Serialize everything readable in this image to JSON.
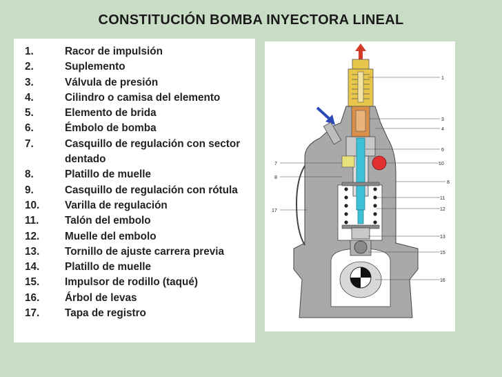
{
  "title": "CONSTITUCIÓN BOMBA INYECTORA LINEAL",
  "legend": [
    {
      "num": "1.",
      "text": "Racor de impulsión"
    },
    {
      "num": "2.",
      "text": "Suplemento"
    },
    {
      "num": "3.",
      "text": "Válvula de presión"
    },
    {
      "num": "4.",
      "text": "Cilindro o camisa del elemento"
    },
    {
      "num": "5.",
      "text": "Elemento de brida"
    },
    {
      "num": "6.",
      "text": "Émbolo de bomba"
    },
    {
      "num": "7.",
      "text": "Casquillo de regulación con sector dentado"
    },
    {
      "num": "8.",
      "text": "Platillo de muelle"
    },
    {
      "num": "9.",
      "text": "Casquillo de regulación con rótula"
    },
    {
      "num": "10.",
      "text": "Varilla de regulación"
    },
    {
      "num": "11.",
      "text": "Talón del embolo"
    },
    {
      "num": "12.",
      "text": "Muelle del embolo"
    },
    {
      "num": "13.",
      "text": "Tornillo de ajuste carrera previa"
    },
    {
      "num": "14.",
      "text": "Platillo de muelle"
    },
    {
      "num": "15.",
      "text": "Impulsor de rodillo (taqué)"
    },
    {
      "num": "16.",
      "text": "Árbol de levas"
    },
    {
      "num": "17.",
      "text": "Tapa de registro"
    }
  ],
  "diagram": {
    "callouts": {
      "c1": "1",
      "c3": "3",
      "c4": "4",
      "c6": "6",
      "c7": "7",
      "c8a": "8",
      "c10": "10",
      "c8b": "8",
      "c11": "11",
      "c17": "17",
      "c12": "12",
      "c13": "13",
      "c15": "15",
      "c16": "16"
    },
    "colors": {
      "body": "#a9a9a9",
      "fitting": "#e8c64a",
      "valve": "#d98f4a",
      "plunger": "#3cc1d6",
      "rack": "#e03030",
      "arrow_out": "#d23a2a",
      "arrow_in": "#2a49b8"
    }
  }
}
